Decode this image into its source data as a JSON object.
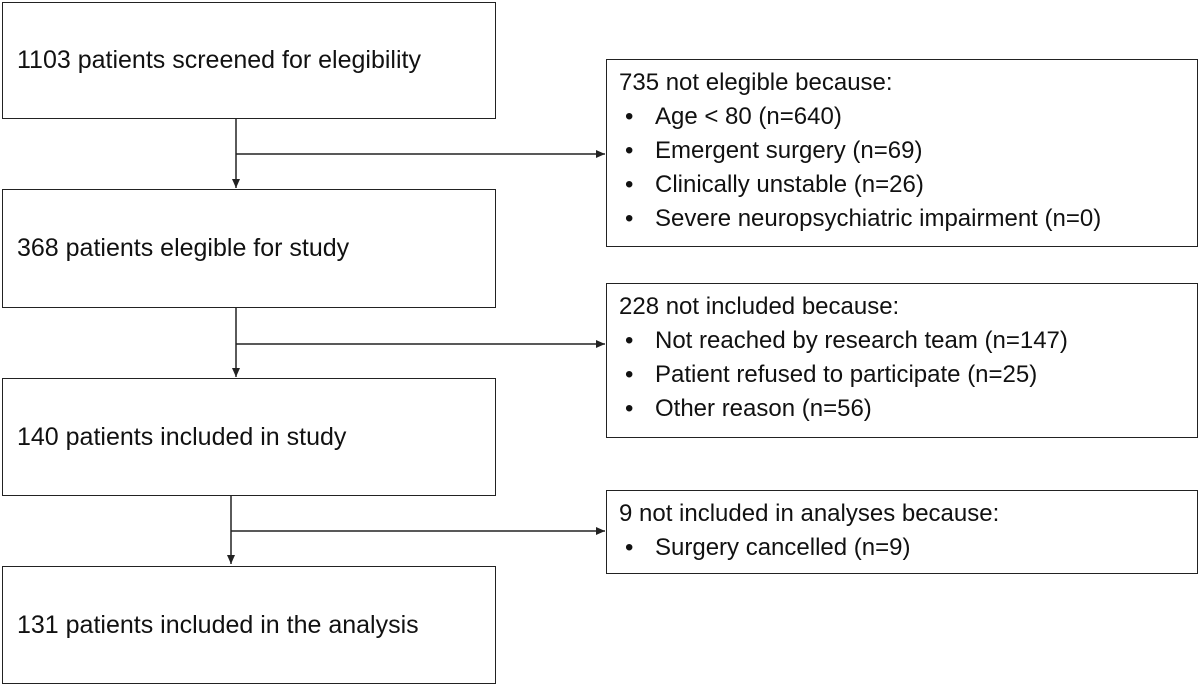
{
  "flow": {
    "screened": "1103 patients screened for elegibility",
    "eligible": "368 patients elegible for study",
    "included": "140 patients included in study",
    "analysed": "131 patients included in the analysis"
  },
  "exclusions": {
    "not_eligible": {
      "heading": "735 not elegible because:",
      "items": [
        "Age < 80 (n=640)",
        "Emergent surgery (n=69)",
        "Clinically unstable (n=26)",
        "Severe neuropsychiatric impairment (n=0)"
      ]
    },
    "not_included": {
      "heading": "228 not included because:",
      "items": [
        "Not reached by research team (n=147)",
        "Patient refused to participate (n=25)",
        "Other reason (n=56)"
      ]
    },
    "not_analysed": {
      "heading": "9 not included in analyses because:",
      "items": [
        "Surgery cancelled (n=9)"
      ]
    }
  }
}
